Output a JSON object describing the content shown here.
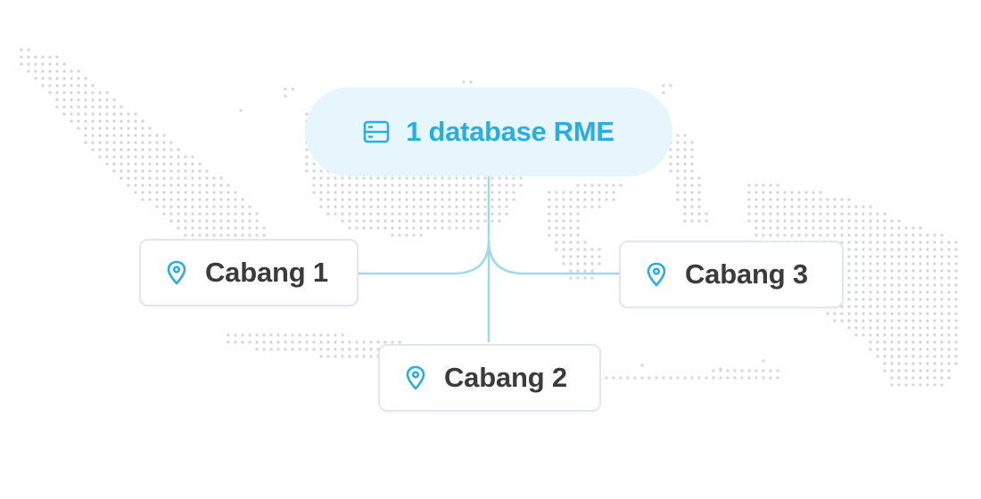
{
  "colors": {
    "accent": "#29ade3",
    "connector": "#9fd9ef",
    "pill_bg": "#e6f6fc",
    "branch_text": "#3b3b3b",
    "branch_border": "#e3e6ea",
    "map_dots": "#d7d9dc"
  },
  "database": {
    "icon": "server-icon",
    "label": "1 database RME"
  },
  "branches": [
    {
      "icon": "map-pin-icon",
      "label": "Cabang 1"
    },
    {
      "icon": "map-pin-icon",
      "label": "Cabang 2"
    },
    {
      "icon": "map-pin-icon",
      "label": "Cabang 3"
    }
  ]
}
